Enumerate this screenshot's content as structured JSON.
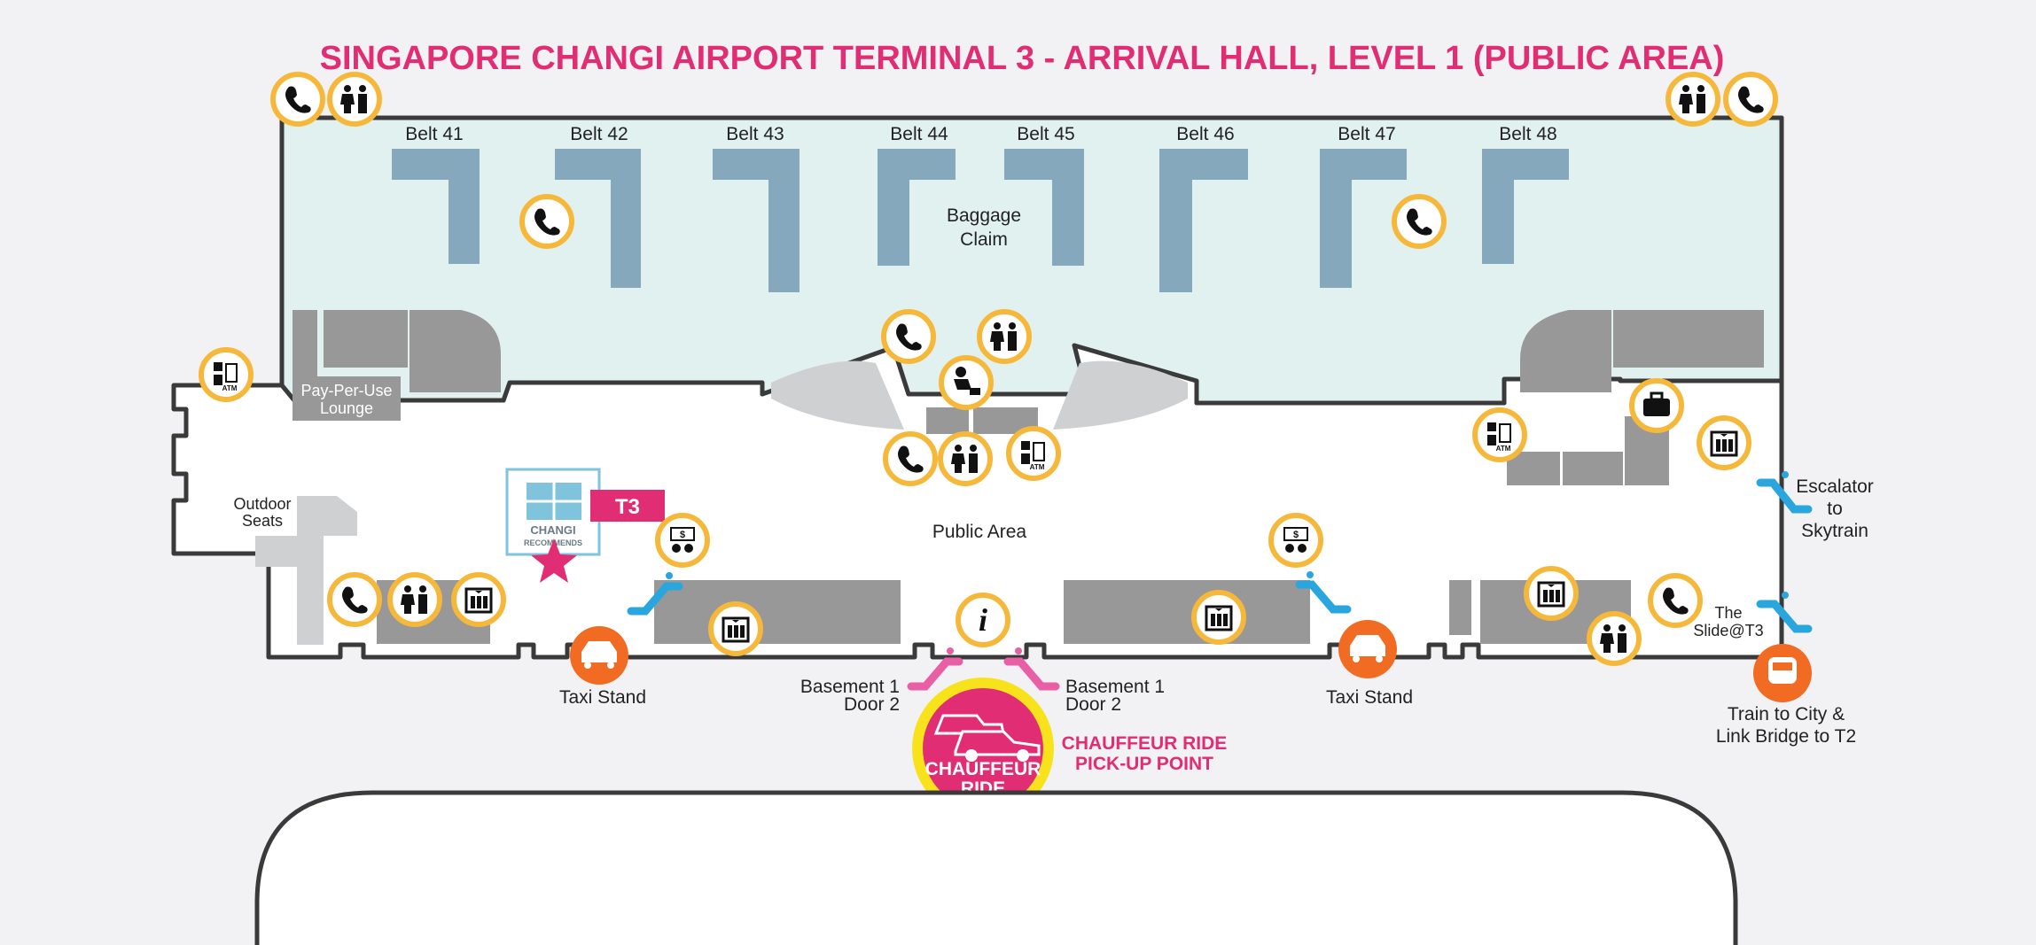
{
  "title": "SINGAPORE CHANGI AIRPORT TERMINAL 3 - ARRIVAL HALL, LEVEL 1 (PUBLIC AREA)",
  "belts": [
    "Belt 41",
    "Belt 42",
    "Belt 43",
    "Belt 44",
    "Belt 45",
    "Belt 46",
    "Belt 47",
    "Belt 48"
  ],
  "areas": {
    "baggage_claim_line1": "Baggage",
    "baggage_claim_line2": "Claim",
    "public_area": "Public Area",
    "lounge_line1": "Pay-Per-Use",
    "lounge_line2": "Lounge",
    "outdoor_line1": "Outdoor",
    "outdoor_line2": "Seats",
    "taxi_left": "Taxi Stand",
    "taxi_right": "Taxi Stand",
    "basement_left_line1": "Basement 1",
    "basement_left_line2": "Door 2",
    "basement_right_line1": "Basement 1",
    "basement_right_line2": "Door 2",
    "chauffeur_line1": "CHAUFFEUR",
    "chauffeur_line2": "RIDE",
    "chauffeur_pickup_line1": "CHAUFFEUR RIDE",
    "chauffeur_pickup_line2": "PICK-UP POINT",
    "escalator_line1": "Escalator",
    "escalator_line2": "to",
    "escalator_line3": "Skytrain",
    "slide_line1": "The",
    "slide_line2": "Slide@T3",
    "train_line1": "Train to City &",
    "train_line2": "Link Bridge to T2",
    "terminal_badge": "T3",
    "logo_line1": "CHANGI",
    "logo_line2": "RECOMMENDS"
  },
  "icon_text": {
    "atm": "ATM",
    "info": "i",
    "currency": "$"
  },
  "colors": {
    "title": "#e02d73",
    "baggage_zone": "#e1f1f0",
    "belt": "#85a8bd",
    "facility_ring": "#f6b83b",
    "taxi": "#f26b22",
    "chauffeur_ring": "#f7e21b",
    "escalator": "#29a6dd",
    "logo": "#7fc3dc"
  }
}
